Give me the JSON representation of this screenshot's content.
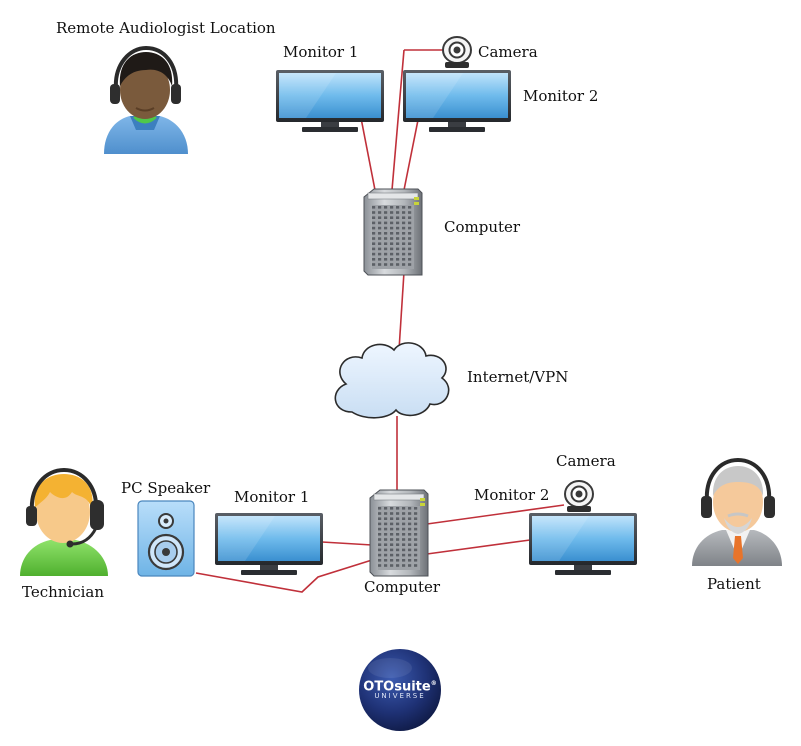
{
  "remote_site": {
    "title": "Remote Audiologist Location",
    "monitor1_label": "Monitor 1",
    "monitor2_label": "Monitor 2",
    "camera_label": "Camera",
    "computer_label": "Computer"
  },
  "network": {
    "label": "Internet/VPN"
  },
  "local_site": {
    "technician_label": "Technician",
    "speaker_label": "PC Speaker",
    "monitor1_label": "Monitor 1",
    "monitor2_label": "Monitor 2",
    "camera_label": "Camera",
    "computer_label": "Computer",
    "patient_label": "Patient"
  },
  "logo": {
    "name": "OTOsuite",
    "trademark": "®",
    "subtitle": "UNIVERSE"
  },
  "icons": [
    "audiologist-icon",
    "technician-icon",
    "patient-icon",
    "monitor-icon",
    "camera-icon",
    "computer-tower-icon",
    "cloud-icon",
    "speaker-icon",
    "logo-globe-icon"
  ],
  "colors": {
    "connection_line": "#c0303a",
    "monitor_screen": "#5aa8e0",
    "cloud_fill": "#dcebfa",
    "logo_globe": "#1d2e6b"
  }
}
